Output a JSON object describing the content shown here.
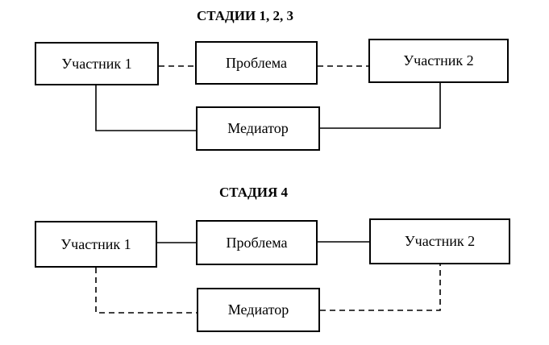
{
  "stage_123": {
    "title": "СТАДИИ 1, 2, 3",
    "participant1": "Участник 1",
    "problem": "Проблема",
    "participant2": "Участник 2",
    "mediator": "Медиатор"
  },
  "stage_4": {
    "title": "СТАДИЯ 4",
    "participant1": "Участник 1",
    "problem": "Проблема",
    "participant2": "Участник 2",
    "mediator": "Медиатор"
  }
}
